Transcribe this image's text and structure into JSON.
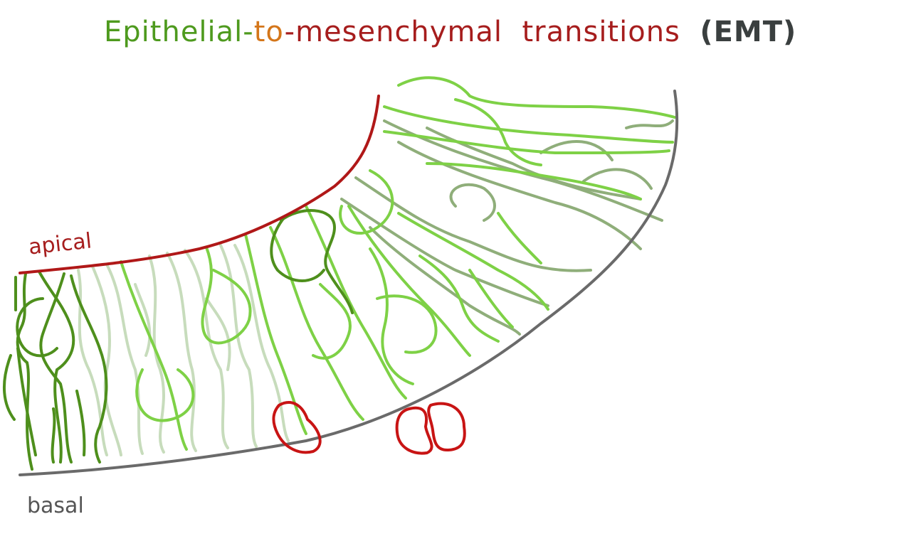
{
  "title": {
    "part1": "Epithelial",
    "dash1": "-",
    "part2": "to",
    "dash2": "-",
    "part3": "mesenchymal",
    "part4": "transitions",
    "part5": "(EMT)"
  },
  "labels": {
    "apical": "apical",
    "basal": "basal"
  },
  "colors": {
    "title_green": "#4e9a1e",
    "title_orange": "#d4761a",
    "title_red": "#a61d1d",
    "title_dark": "#3a3f3f",
    "apical_line": "#b01818",
    "basal_line": "#6a6a6a",
    "cell_dark_green": "#4e8f1c",
    "cell_bright_green": "#7ed146",
    "cell_pale_green": "#c7dcbc",
    "cell_gray_green": "#8fae7a",
    "red_cells": "#c81414"
  }
}
